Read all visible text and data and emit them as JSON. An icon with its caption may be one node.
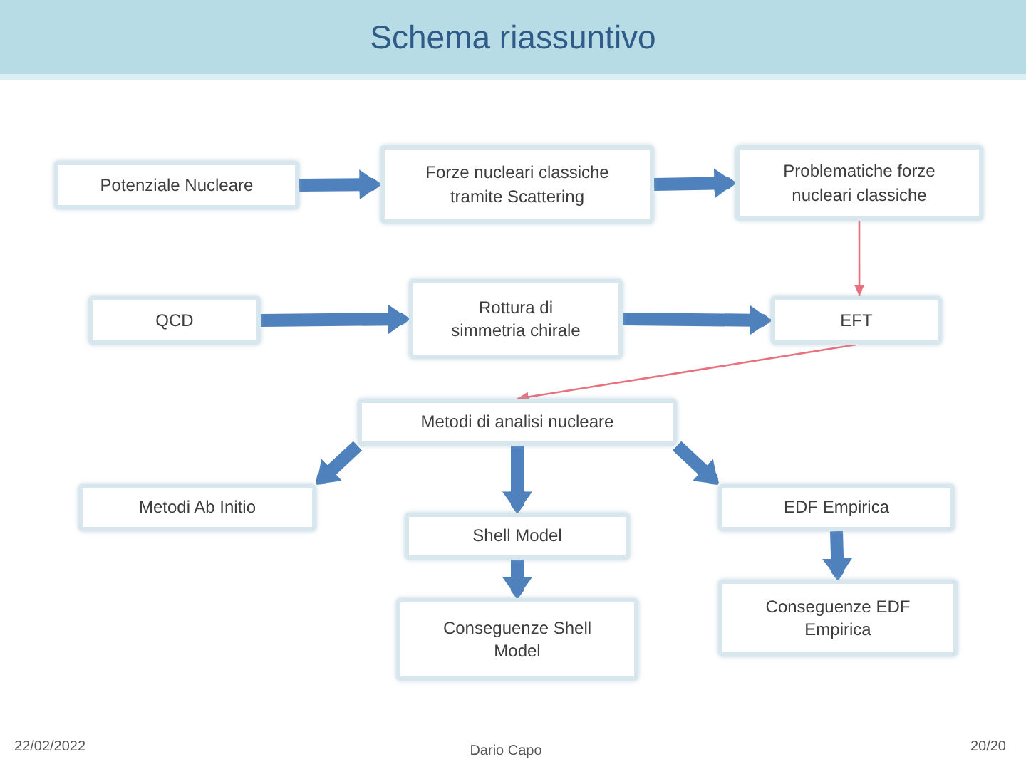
{
  "diagram": {
    "title": "Schema riassuntivo",
    "nodes": [
      {
        "text": [
          "Potenziale Nucleare"
        ]
      },
      {
        "text": [
          "Forze nucleari classiche tramite Scattering"
        ]
      },
      {
        "text": [
          "Problematiche forze nucleari classiche"
        ]
      },
      {
        "text": [
          "QCD"
        ]
      },
      {
        "text": [
          "Rottura di simmetria chirale"
        ]
      },
      {
        "text": [
          "EFT"
        ]
      },
      {
        "text": [
          "Metodi di analisi nucleare"
        ]
      },
      {
        "text": [
          "Metodi Ab Initio"
        ]
      },
      {
        "text": [
          "Shell Model"
        ]
      },
      {
        "text": [
          "EDF Empirica"
        ]
      },
      {
        "text": [
          "Conseguenze Shell Model"
        ]
      },
      {
        "text": [
          "Conseguenze EDF Empirica"
        ]
      }
    ],
    "edges": [
      {
        "from": 0,
        "to": 1,
        "arrow": "to"
      },
      {
        "from": 1,
        "to": 2,
        "arrow": "to"
      },
      {
        "from": 2,
        "to": 5,
        "arrow": "to",
        "color": "#e8717e"
      },
      {
        "from": 3,
        "to": 4,
        "arrow": "to"
      },
      {
        "from": 4,
        "to": 5,
        "arrow": "to"
      },
      {
        "from": 5,
        "to": 6,
        "arrow": "to",
        "color": "#e8717e"
      },
      {
        "from": 6,
        "to": 7,
        "arrow": "to"
      },
      {
        "from": 6,
        "to": 8,
        "arrow": "to"
      },
      {
        "from": 6,
        "to": 9,
        "arrow": "to"
      },
      {
        "from": 8,
        "to": 10,
        "arrow": "to"
      },
      {
        "from": 9,
        "to": 11,
        "arrow": "to"
      }
    ],
    "labels": [
      "22/02/2022",
      "Dario Capo",
      "20/20"
    ]
  }
}
